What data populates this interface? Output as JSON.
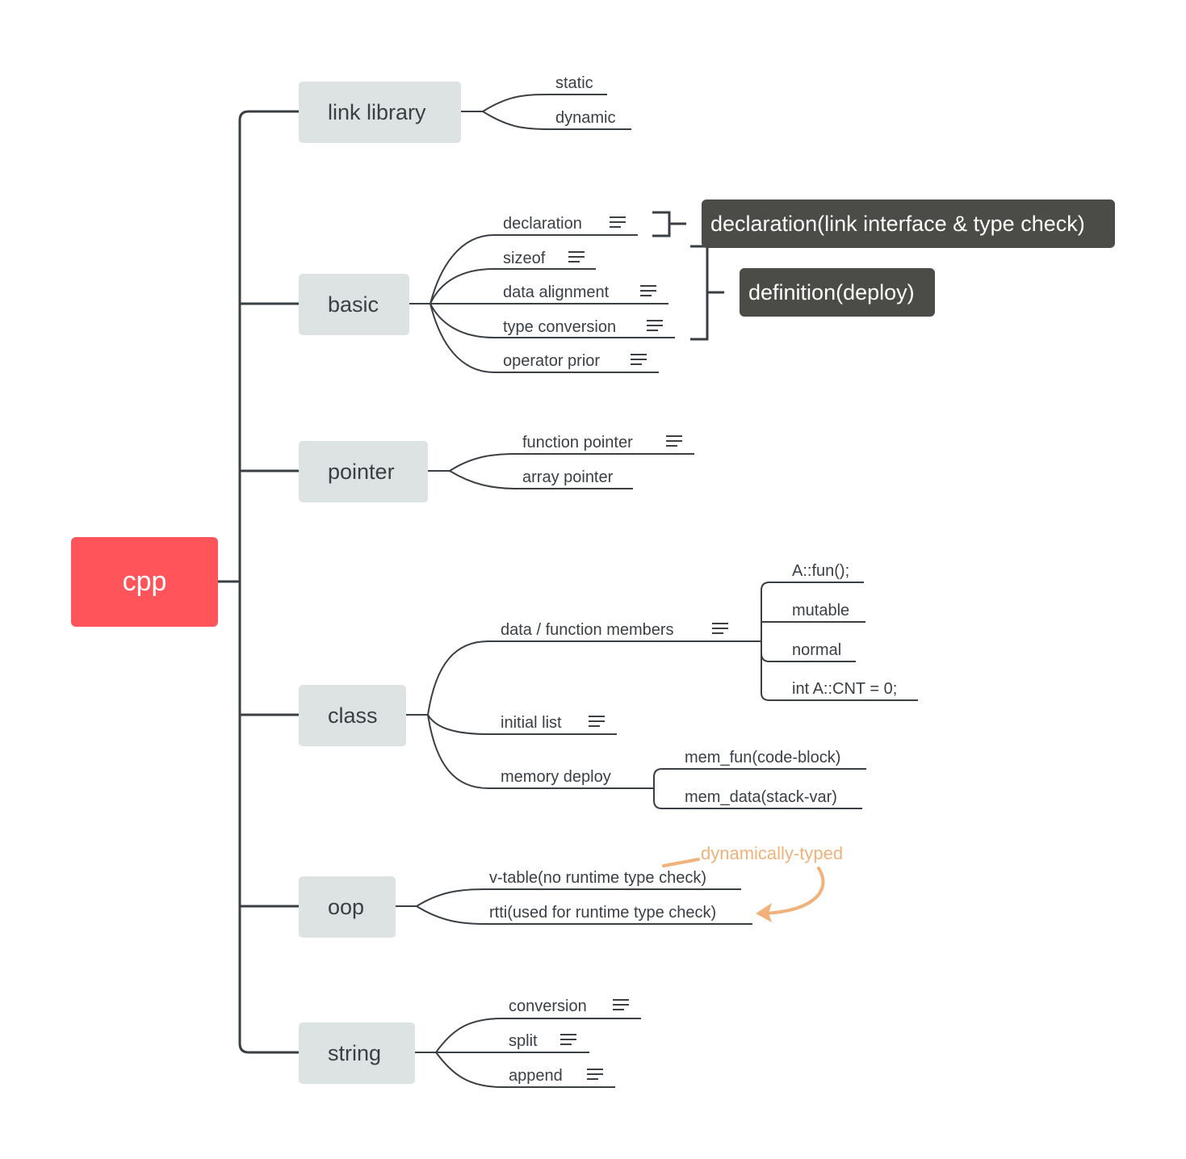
{
  "root": {
    "label": "cpp",
    "color": "#ff5459"
  },
  "branches": {
    "link_library": {
      "label": "link library",
      "children": [
        "static",
        "dynamic"
      ]
    },
    "basic": {
      "label": "basic",
      "children": [
        "declaration",
        "sizeof",
        "data alignment",
        "type conversion",
        "operator prior"
      ]
    },
    "pointer": {
      "label": "pointer",
      "children": [
        "function pointer",
        "array pointer"
      ]
    },
    "class": {
      "label": "class",
      "children": [
        "data / function members",
        "initial list",
        "memory deploy"
      ],
      "members_children": [
        "A::fun();",
        "mutable",
        "normal",
        "int A::CNT = 0;"
      ],
      "memory_children": [
        "mem_fun(code-block)",
        "mem_data(stack-var)"
      ]
    },
    "oop": {
      "label": "oop",
      "children": [
        "v-table(no runtime type check)",
        "rtti(used for runtime type check)"
      ]
    },
    "string": {
      "label": "string",
      "children": [
        "conversion",
        "split",
        "append"
      ]
    }
  },
  "summaries": [
    "declaration(link interface & type check)",
    "definition(deploy)"
  ],
  "annotation": {
    "label": "dynamically-typed",
    "color": "#f0b27a"
  },
  "colors": {
    "line": "#3a3f44",
    "topic_bg": "#dde2e2",
    "summary_bg": "#4b4b48"
  }
}
